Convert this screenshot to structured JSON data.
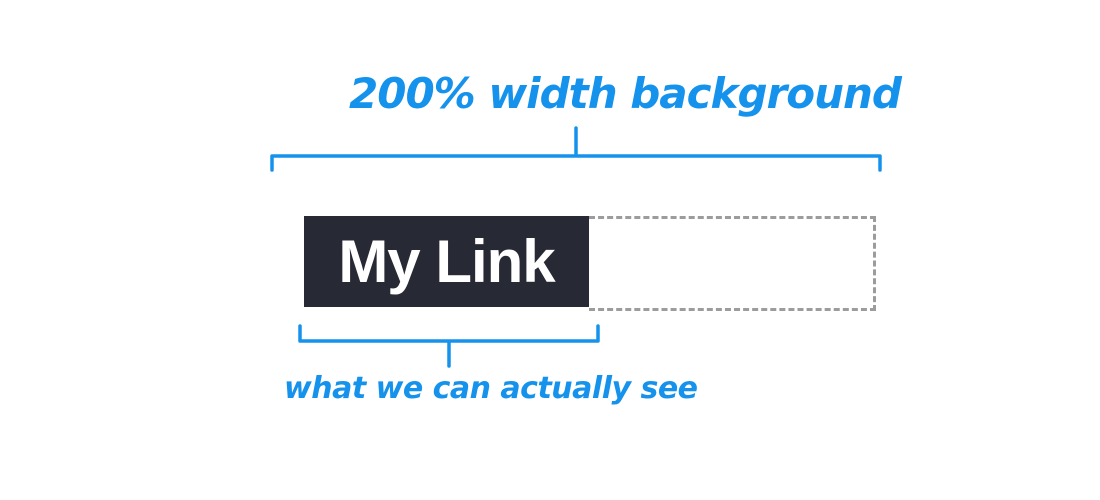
{
  "labels": {
    "top": "200% width background",
    "bottom": "what we can actually see"
  },
  "link": {
    "text": "My Link"
  },
  "colors": {
    "annotation": "#1592ec",
    "link_background": "#272935",
    "link_text": "#ffffff",
    "dashed_outline": "#9c9c9c"
  }
}
